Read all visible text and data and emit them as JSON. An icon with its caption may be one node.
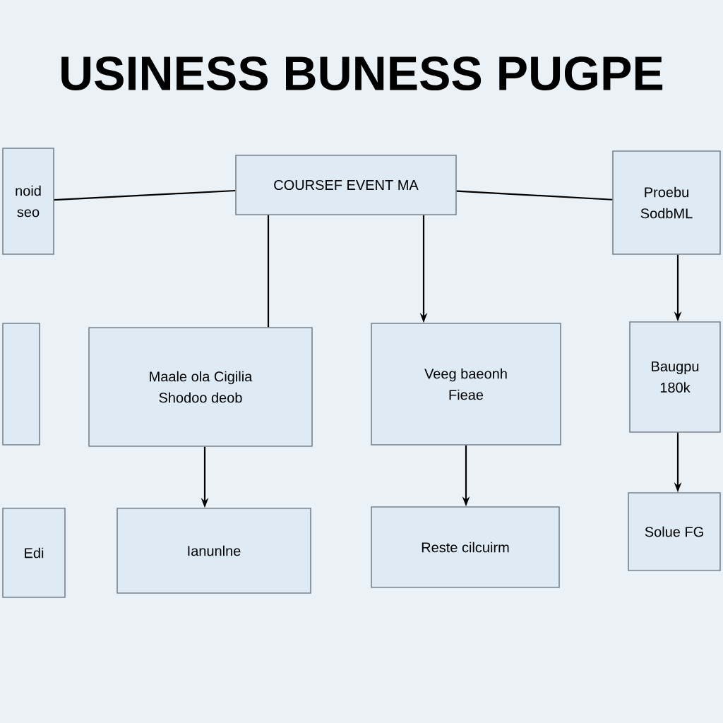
{
  "diagram": {
    "title": "USINESS BUNESS PUGPE",
    "nodes": [
      {
        "text": [
          "noid",
          "seo"
        ]
      },
      {
        "text": [
          "COURSEF EVENT MA"
        ]
      },
      {
        "text": [
          "Proebu",
          "SodbML"
        ]
      },
      {
        "text": [],
        "shape": "box"
      },
      {
        "text": [
          "Maale ola Cigilia",
          "Shodoo deob"
        ]
      },
      {
        "text": [
          "Veeg baeonh",
          "Fieae"
        ]
      },
      {
        "text": [
          "Baugpu",
          "180k"
        ]
      },
      {
        "text": [
          "Edi"
        ]
      },
      {
        "text": [
          "Ianunlne"
        ]
      },
      {
        "text": [
          "Reste cilcuirm"
        ]
      },
      {
        "text": [
          "Solue FG"
        ]
      }
    ],
    "edges": [
      {
        "from": 0,
        "to": 1,
        "arrow": "none"
      },
      {
        "from": 2,
        "to": 1,
        "arrow": "none"
      },
      {
        "from": 1,
        "to": 4,
        "arrow": "none"
      },
      {
        "from": 1,
        "to": 5,
        "arrow": "to"
      },
      {
        "from": 2,
        "to": 6,
        "arrow": "to"
      },
      {
        "from": 4,
        "to": 8,
        "arrow": "to"
      },
      {
        "from": 5,
        "to": 9,
        "arrow": "to"
      },
      {
        "from": 6,
        "to": 10,
        "arrow": "to"
      }
    ]
  }
}
